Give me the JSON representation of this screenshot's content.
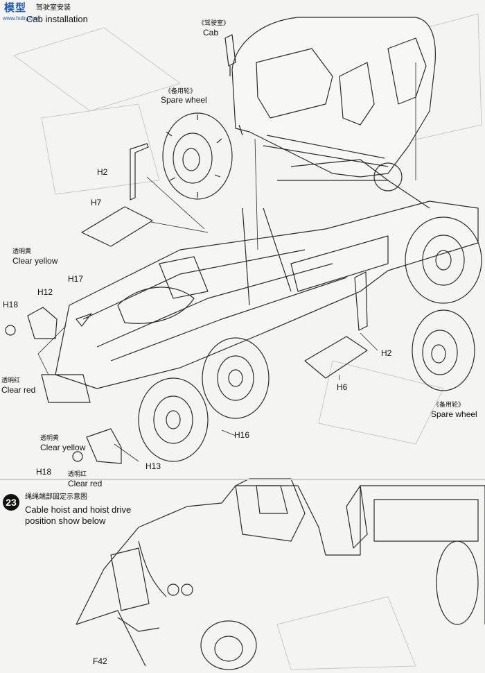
{
  "watermark": {
    "name": "site-watermark",
    "glyph_text": "模型",
    "sub": "www.hoby.com"
  },
  "top_section": {
    "title_cn": "驾驶室安装",
    "title_en": "Cab installation"
  },
  "labels": {
    "cab_cn": "《驾驶室》",
    "cab_en": "Cab",
    "spare_wheel_cn_1": "《备用轮》",
    "spare_wheel_en_1": "Spare wheel",
    "spare_wheel_cn_2": "《备用轮》",
    "spare_wheel_en_2": "Spare wheel",
    "clear_yellow_cn_1": "透明黄",
    "clear_yellow_en_1": "Clear yellow",
    "clear_red_cn_1": "透明红",
    "clear_red_en_1": "Clear red",
    "clear_yellow_cn_2": "透明黄",
    "clear_yellow_en_2": "Clear yellow",
    "clear_red_cn_2": "透明红",
    "clear_red_en_2": "Clear red"
  },
  "parts": {
    "h2_a": "H2",
    "h7": "H7",
    "h17": "H17",
    "h12": "H12",
    "h18_a": "H18",
    "h2_b": "H2",
    "h6": "H6",
    "h16": "H16",
    "h13": "H13",
    "h18_b": "H18",
    "f42": "F42"
  },
  "step23": {
    "number": "23",
    "title_cn": "绳绳端部固定示意图",
    "title_en_1": "Cable hoist and hoist drive",
    "title_en_2": "position show below"
  },
  "colors": {
    "line": "#2a2a2a",
    "paper": "#f4f4f3",
    "accent_watermark": "#1e5bb5",
    "step_badge": "#111111"
  }
}
